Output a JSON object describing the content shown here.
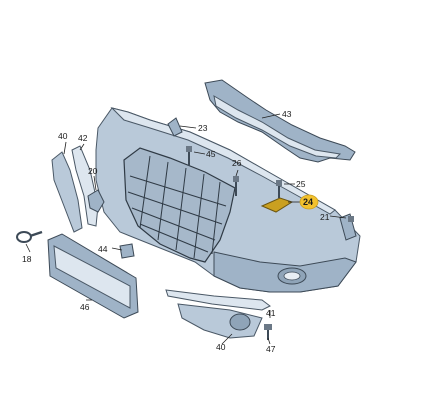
{
  "diagram": {
    "highlight_color": "#f2c12e",
    "part_color": "#b9c9d9",
    "callouts": {
      "c43": "43",
      "c23": "23",
      "c40a": "40",
      "c42": "42",
      "c45": "45",
      "c26": "26",
      "c20": "20",
      "c25": "25",
      "c24": "24",
      "c21": "21",
      "c18": "18",
      "c44": "44",
      "c46": "46",
      "c41": "41",
      "c40b": "40",
      "c47": "47"
    }
  }
}
